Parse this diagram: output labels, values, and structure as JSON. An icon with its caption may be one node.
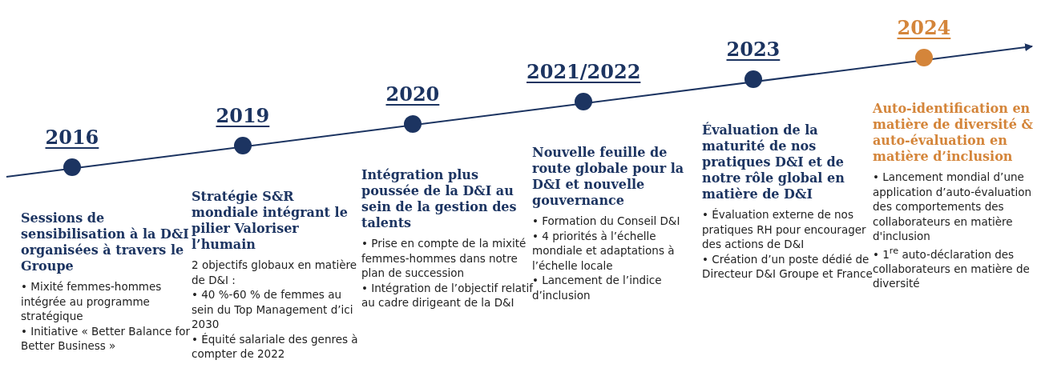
{
  "diagram": {
    "nodes": [
      {
        "text": [],
        "shape": "circle",
        "beside": [
          "2016",
          "Sessions de sensibilisation à la D&I organisées à travers le Groupe",
          "• Mixité femmes-hommes intégrée au programme stratégique",
          "• Initiative « Better Balance for Better Business »"
        ]
      },
      {
        "text": [],
        "shape": "circle",
        "beside": [
          "2019",
          "Stratégie S&R mondiale intégrant le pilier Valoriser l’humain",
          "2 objectifs globaux en matière de D&I :",
          "• 40 %-60 % de femmes au sein du Top Management d’ici 2030",
          "• Équité salariale des genres à compter de 2022"
        ]
      },
      {
        "text": [],
        "shape": "circle",
        "beside": [
          "2020",
          "Intégration plus poussée de la D&I au sein de la gestion des talents",
          "• Prise en compte de la mixité femmes-hommes dans notre plan de succession",
          "• Intégration de l’objectif relatif au cadre dirigeant de la D&I"
        ]
      },
      {
        "text": [],
        "shape": "circle",
        "beside": [
          "2021/2022",
          "Nouvelle feuille de route globale pour la D&I et nouvelle gouvernance",
          "• Formation du Conseil D&I",
          "• 4 priorités à l’échelle mondiale et adaptations à l’échelle locale",
          "• Lancement de l’indice d’inclusion"
        ]
      },
      {
        "text": [],
        "shape": "circle",
        "beside": [
          "2023",
          "Évaluation de la maturité de nos pratiques D&I et de notre rôle global en matière de D&I",
          "• Évaluation externe de nos pratiques RH pour encourager des actions de D&I",
          "• Création d’un poste dédié de Directeur D&I Groupe et France"
        ]
      },
      {
        "text": [],
        "shape": "circle",
        "beside": [
          "2024",
          "Auto-identification en matière de diversité & auto-évaluation en matière d’inclusion",
          "• Lancement mondial d’une application d’auto-évaluation des comportements des collaborateurs en matière d'inclusion",
          "• 1$^{re}$ auto-déclaration des collaborateurs en matière de diversité"
        ]
      }
    ]
  }
}
